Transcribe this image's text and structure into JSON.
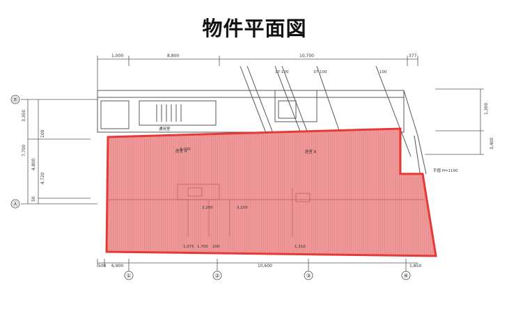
{
  "title": "物件平面図",
  "colors": {
    "highlight_fill": "#ef9a9a",
    "highlight_stroke": "#e53935",
    "line": "#555555"
  },
  "dimensions_top": [
    "1,000",
    "8,800",
    "10,700",
    "377"
  ],
  "dimensions_bottom": [
    "500",
    "6,900",
    "10,600",
    "1,850"
  ],
  "dimensions_left": [
    "3,350",
    "7,700",
    "4,800",
    "4,720",
    "100",
    "50"
  ],
  "dimensions_right": [
    "1,300",
    "3,400"
  ],
  "grid_columns": [
    "①",
    "②",
    "③",
    "④"
  ],
  "grid_rows": [
    "Ⓑ",
    "Ⓐ"
  ],
  "room_labels": [
    "通用室",
    "居室 A",
    "居室 B",
    "手摺 H=1100"
  ],
  "small_labels": [
    "37-100",
    "37-100",
    "100",
    "3,000",
    "3,200",
    "3,100",
    "1,075",
    "1,700",
    "1,310",
    "200"
  ]
}
